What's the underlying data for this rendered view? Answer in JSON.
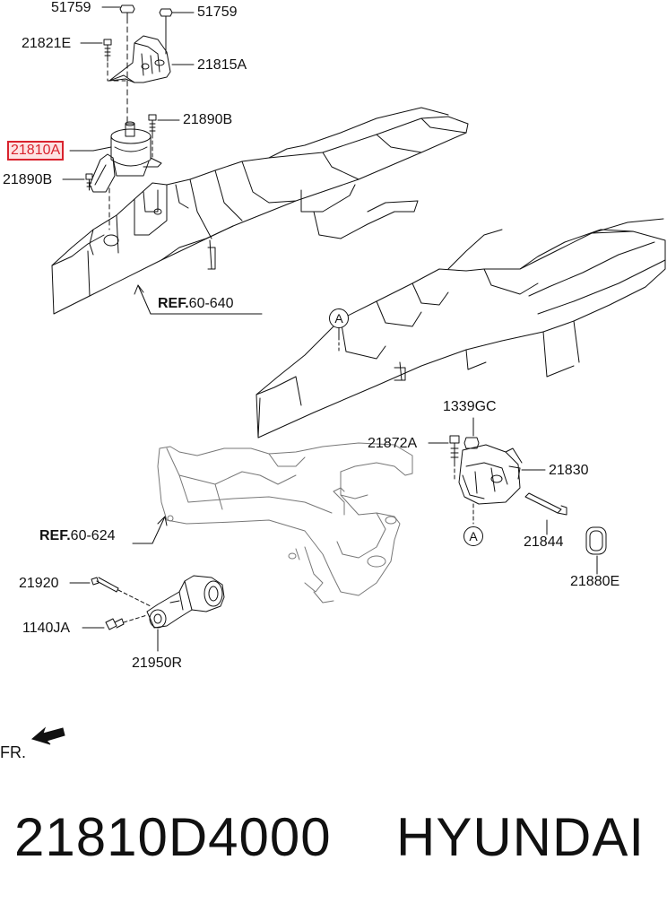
{
  "labels": {
    "p51759_left": "51759",
    "p51759_right": "51759",
    "p21821E": "21821E",
    "p21815A": "21815A",
    "p21890B_top": "21890B",
    "p21810A": "21810A",
    "p21890B_left": "21890B",
    "p1339GC": "1339GC",
    "p21872A": "21872A",
    "p21830": "21830",
    "p21844": "21844",
    "p21880E": "21880E",
    "p21920": "21920",
    "p1140JA": "1140JA",
    "p21950R": "21950R"
  },
  "refs": {
    "ref1_prefix": "REF.",
    "ref1_code": "60-640",
    "ref2_prefix": "REF.",
    "ref2_code": "60-624"
  },
  "markers": {
    "circle_a_top": "A",
    "circle_a_bottom": "A"
  },
  "direction": {
    "label": "FR."
  },
  "caption": {
    "part_number": "21810D4000",
    "brand": "HYUNDAI"
  },
  "colors": {
    "highlight": "#d9232e"
  }
}
